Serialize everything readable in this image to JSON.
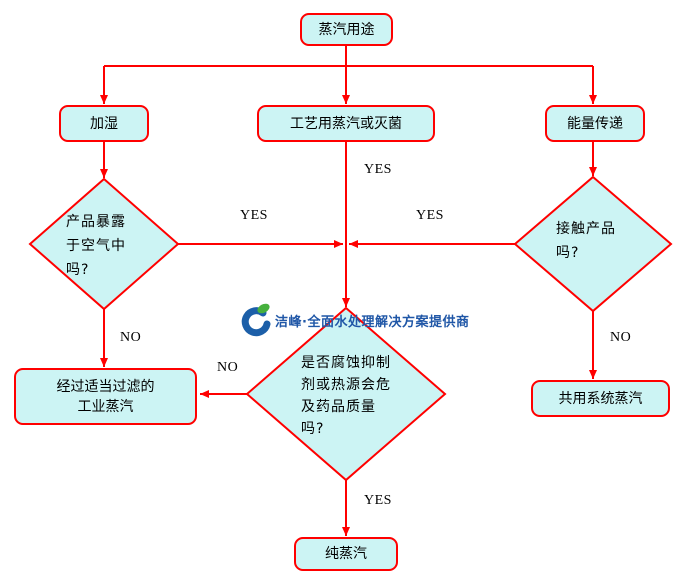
{
  "flowchart": {
    "nodes": {
      "root": {
        "label": "蒸汽用途"
      },
      "humidify": {
        "label": "加湿"
      },
      "process": {
        "label": "工艺用蒸汽或灭菌"
      },
      "energy": {
        "label": "能量传递"
      },
      "exposed": {
        "line1": "产品暴露",
        "line2": "于空气中",
        "line3": "吗?"
      },
      "contact": {
        "line1": "接触产品",
        "line2": "吗?"
      },
      "corrosion": {
        "line1": "是否腐蚀抑制",
        "line2": "剂或热源会危",
        "line3": "及药品质量",
        "line4": "吗?"
      },
      "filtered": {
        "line1": "经过适当过滤的",
        "line2": "工业蒸汽"
      },
      "shared": {
        "label": "共用系统蒸汽"
      },
      "pure": {
        "label": "纯蒸汽"
      }
    },
    "edge_labels": {
      "yes": "YES",
      "no": "NO"
    }
  },
  "watermark": {
    "text": "洁峰·全面水处理解决方案提供商"
  },
  "colors": {
    "node_fill": "#ccf4f4",
    "node_border": "#ff0000",
    "connector": "#ff0000",
    "node_text": "#000000",
    "edge_label_text": "#000000",
    "watermark_text": "#2057a7",
    "logo_blue": "#1c5fa8",
    "logo_green": "#46b13d"
  }
}
